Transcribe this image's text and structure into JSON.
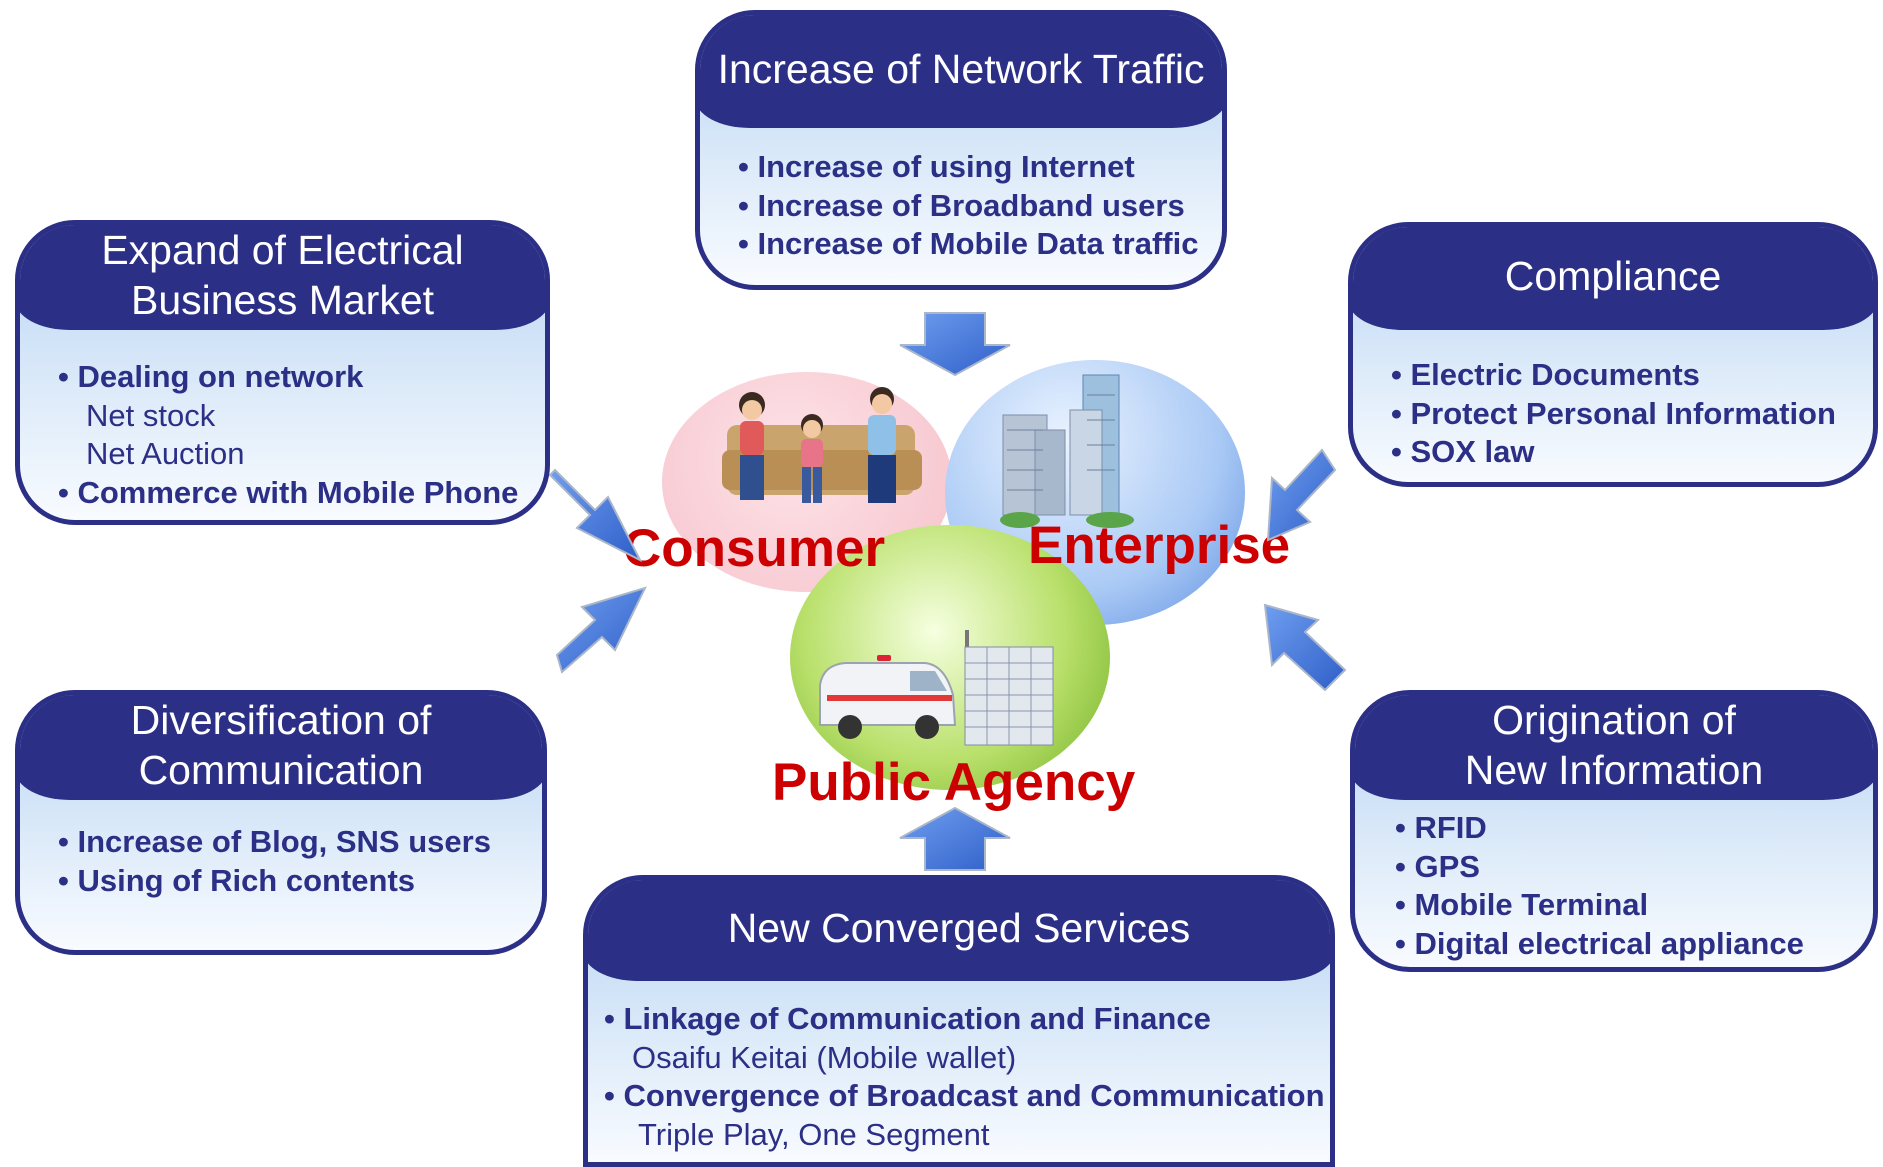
{
  "boxes": {
    "network_traffic": {
      "title": [
        "Increase of Network Traffic"
      ],
      "items": [
        {
          "text": "Increase of using Internet",
          "subs": []
        },
        {
          "text": "Increase of Broadband users",
          "subs": []
        },
        {
          "text": "Increase of Mobile Data traffic",
          "subs": []
        }
      ]
    },
    "electrical_business": {
      "title": [
        "Expand of Electrical",
        "Business Market"
      ],
      "items": [
        {
          "text": "Dealing on network",
          "subs": [
            "Net stock",
            "Net Auction"
          ]
        },
        {
          "text": "Commerce with Mobile Phone",
          "subs": []
        }
      ]
    },
    "compliance": {
      "title": [
        "Compliance"
      ],
      "items": [
        {
          "text": "Electric Documents",
          "subs": []
        },
        {
          "text": "Protect Personal Information",
          "subs": []
        },
        {
          "text": "SOX law",
          "subs": []
        }
      ]
    },
    "diversification": {
      "title": [
        "Diversification of",
        "Communication"
      ],
      "items": [
        {
          "text": "Increase of Blog, SNS users",
          "subs": []
        },
        {
          "text": "Using of Rich contents",
          "subs": []
        }
      ]
    },
    "origination": {
      "title": [
        "Origination of",
        "New Information"
      ],
      "items": [
        {
          "text": "RFID",
          "subs": []
        },
        {
          "text": "GPS",
          "subs": []
        },
        {
          "text": "Mobile Terminal",
          "subs": []
        },
        {
          "text": "Digital electrical appliance",
          "subs": []
        }
      ]
    },
    "converged_services": {
      "title": [
        "New Converged Services"
      ],
      "items": [
        {
          "text": "Linkage of Communication and Finance",
          "subs": [
            "Osaifu Keitai (Mobile wallet)"
          ]
        },
        {
          "text": "Convergence of Broadcast and Communication",
          "subs": [
            "Triple Play, One Segment"
          ]
        }
      ]
    }
  },
  "center": {
    "consumer": "Consumer",
    "enterprise": "Enterprise",
    "public_agency": "Public Agency"
  },
  "colors": {
    "box_border": "#2c2f86",
    "label_red": "#cc0000",
    "arrow_blue": "#3f6fd6"
  }
}
